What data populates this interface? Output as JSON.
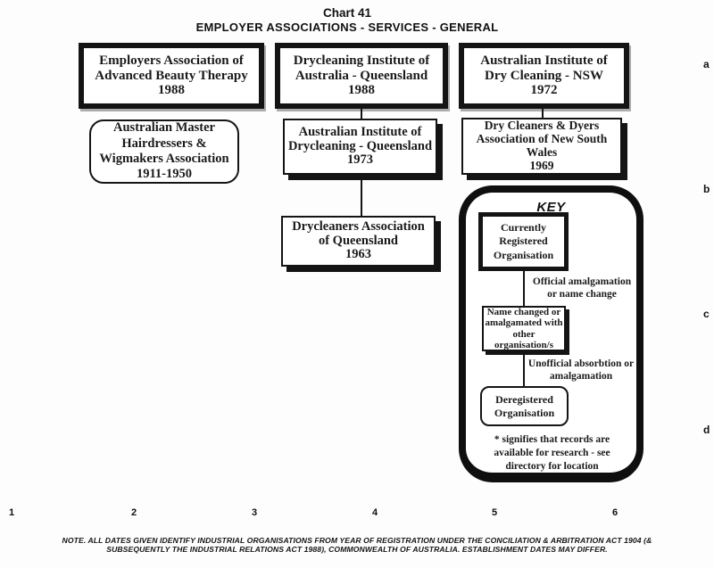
{
  "header": {
    "chart_number": "Chart 41",
    "title": "EMPLOYER ASSOCIATIONS - SERVICES - GENERAL"
  },
  "boxes": {
    "beauty_therapy": "Employers Association of\nAdvanced Beauty Therapy\n1988",
    "hairdressers_wigmakers": "Australian Master\nHairdressers &\nWigmakers Association\n1911-1950",
    "drycleaning_institute_qld": "Drycleaning Institute of\nAustralia - Queensland\n1988",
    "institute_drycleaning_qld": "Australian Institute of\nDrycleaning - Queensland\n1973",
    "drycleaners_assoc_qld": "Drycleaners Association\nof Queensland\n1963",
    "institute_dry_cleaning_nsw": "Australian Institute of\nDry Cleaning - NSW\n1972",
    "dry_cleaners_dyers_nsw": "Dry Cleaners & Dyers\nAssociation of New South\nWales\n1969"
  },
  "key": {
    "title": "KEY",
    "registered": "Currently\nRegistered\nOrganisation",
    "official": "Official amalgamation\nor name change",
    "renamed": "Name changed or\namalgamated with\nother\norganisation/s",
    "unofficial": "Unofficial absorbtion or\namalgamation",
    "deregistered": "Deregistered\nOrganisation",
    "footnote": "* signifies that records are\navailable for research - see\ndirectory for location"
  },
  "grid": {
    "row_labels": [
      "a",
      "b",
      "c",
      "d"
    ],
    "column_labels": [
      "1",
      "2",
      "3",
      "4",
      "5",
      "6"
    ]
  },
  "note": "NOTE. ALL DATES GIVEN IDENTIFY INDUSTRIAL ORGANISATIONS FROM YEAR OF REGISTRATION UNDER THE CONCILIATION & ARBITRATION ACT 1904 (&\nSUBSEQUENTLY THE INDUSTRIAL RELATIONS ACT 1988), COMMONWEALTH OF AUSTRALIA. ESTABLISHMENT DATES MAY DIFFER.",
  "colors": {
    "ink": "#141414",
    "paper": "#fdfdfd"
  }
}
